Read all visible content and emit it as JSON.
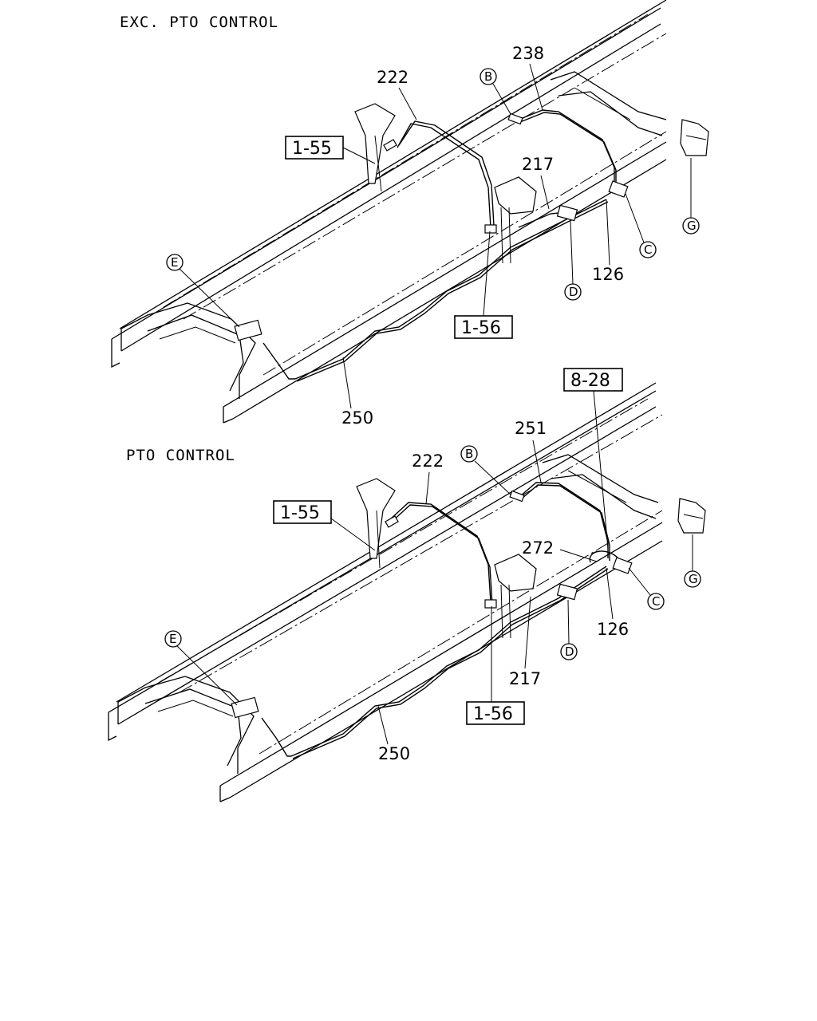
{
  "sections": {
    "top": {
      "caption": "EXC. PTO CONTROL",
      "callouts": [
        "222",
        "238",
        "217",
        "126",
        "250"
      ],
      "refs": [
        "1-55",
        "1-56"
      ],
      "markers": [
        "B",
        "C",
        "D",
        "E",
        "G"
      ]
    },
    "bottom": {
      "caption": "PTO CONTROL",
      "callouts": [
        "222",
        "251",
        "272",
        "126",
        "217",
        "250"
      ],
      "refs": [
        "1-55",
        "1-56",
        "8-28"
      ],
      "markers": [
        "B",
        "C",
        "D",
        "E",
        "G"
      ]
    }
  }
}
